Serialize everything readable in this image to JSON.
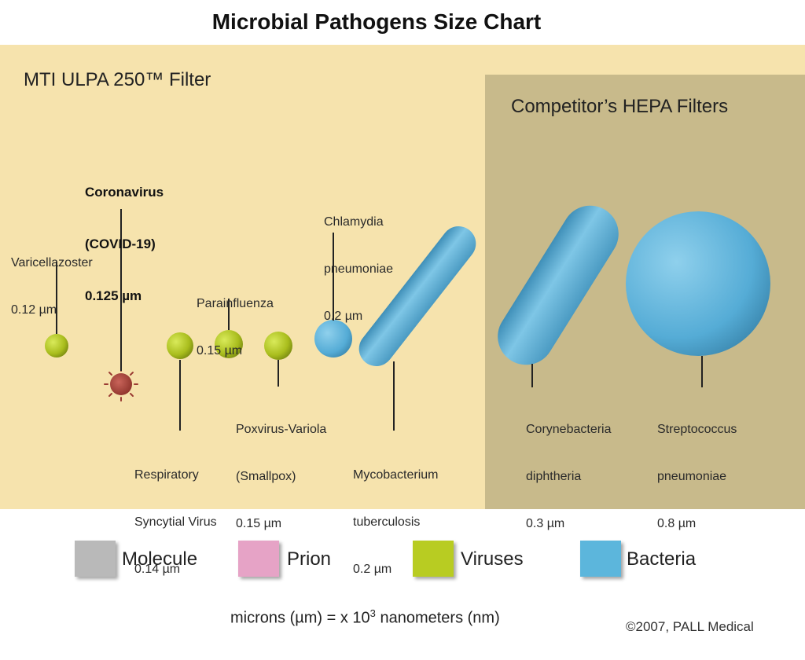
{
  "title": "Microbial Pathogens Size Chart",
  "regions": {
    "left_filter": "MTI ULPA 250™ Filter",
    "right_filter": "Competitor’s HEPA Filters"
  },
  "pathogens": {
    "varicellazoster": {
      "name": "Varicellazoster",
      "size": "0.12 µm",
      "kind": "virus"
    },
    "coronavirus": {
      "name_line1": "Coronavirus",
      "name_line2": "(COVID-19)",
      "size": "0.125 µm",
      "kind": "virus"
    },
    "rsv": {
      "name_line1": "Respiratory",
      "name_line2": "Syncytial Virus",
      "size": "0.14 µm",
      "kind": "virus"
    },
    "parainfluenza": {
      "name": "Parainfluenza",
      "size": "0.15 µm",
      "kind": "virus"
    },
    "poxvirus": {
      "name_line1": "Poxvirus-Variola",
      "name_line2": "(Smallpox)",
      "size": "0.15 µm",
      "kind": "virus"
    },
    "chlamydia": {
      "name_line1": "Chlamydia",
      "name_line2": "pneumoniae",
      "size": "0.2 µm",
      "kind": "bacteria"
    },
    "mycobacterium": {
      "name_line1": "Mycobacterium",
      "name_line2": "tuberculosis",
      "size": "0.2 µm",
      "kind": "bacteria"
    },
    "corynebacteria": {
      "name_line1": "Corynebacteria",
      "name_line2": "diphtheria",
      "size": "0.3 µm",
      "kind": "bacteria"
    },
    "streptococcus": {
      "name_line1": "Streptococcus",
      "name_line2": "pneumoniae",
      "size": "0.8 µm",
      "kind": "bacteria"
    }
  },
  "legend": [
    {
      "label": "Molecule",
      "color": "#b9b9b9"
    },
    {
      "label": "Prion",
      "color": "#e6a3c6"
    },
    {
      "label": "Viruses",
      "color": "#b8cc22"
    },
    {
      "label": "Bacteria",
      "color": "#5cb6dc"
    }
  ],
  "colors": {
    "virus": "#b8cc22",
    "bacteria": "#5cb6dc",
    "coronavirus": "#a8453d",
    "ulpa_bg": "#f6e3ad",
    "hepa_bg": "#c8ba8b"
  },
  "footnote": {
    "prefix": "microns (µm) = x 10",
    "exponent": "3",
    "suffix": " nanometers (nm)"
  },
  "copyright": "©2007, PALL Medical"
}
